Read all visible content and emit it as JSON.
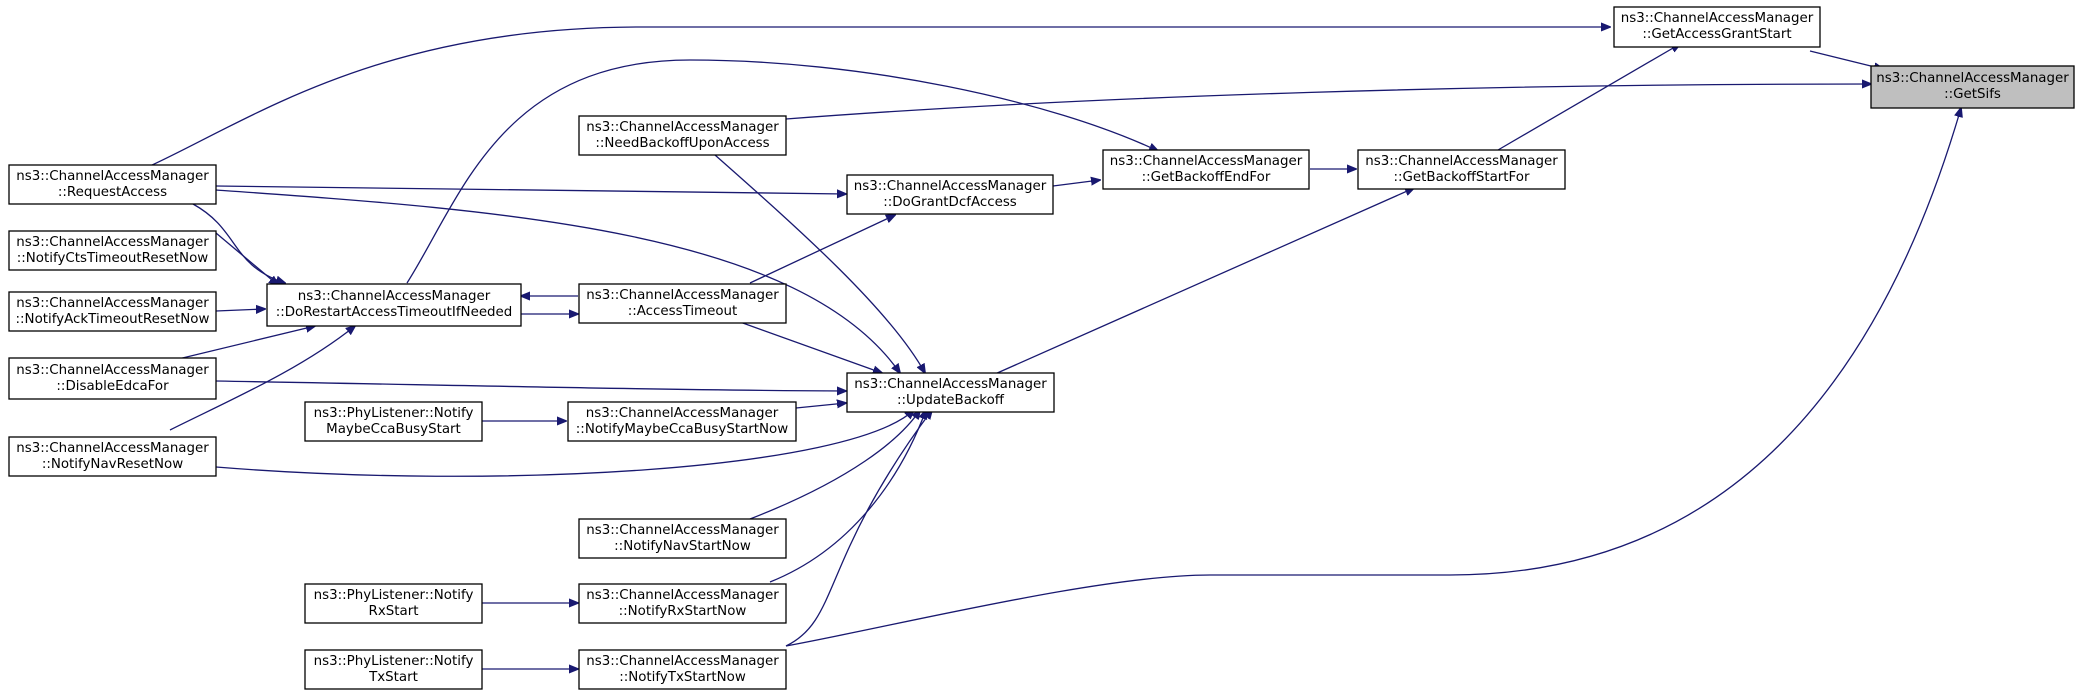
{
  "nodes": {
    "getSifs": {
      "line1": "ns3::ChannelAccessManager",
      "line2": "::GetSifs"
    },
    "getAccessGrant": {
      "line1": "ns3::ChannelAccessManager",
      "line2": "::GetAccessGrantStart"
    },
    "getBackoffStart": {
      "line1": "ns3::ChannelAccessManager",
      "line2": "::GetBackoffStartFor"
    },
    "getBackoffEnd": {
      "line1": "ns3::ChannelAccessManager",
      "line2": "::GetBackoffEndFor"
    },
    "needBackoff": {
      "line1": "ns3::ChannelAccessManager",
      "line2": "::NeedBackoffUponAccess"
    },
    "doGrant": {
      "line1": "ns3::ChannelAccessManager",
      "line2": "::DoGrantDcfAccess"
    },
    "requestAccess": {
      "line1": "ns3::ChannelAccessManager",
      "line2": "::RequestAccess"
    },
    "notifyCtsTimeout": {
      "line1": "ns3::ChannelAccessManager",
      "line2": "::NotifyCtsTimeoutResetNow"
    },
    "notifyAckTimeout": {
      "line1": "ns3::ChannelAccessManager",
      "line2": "::NotifyAckTimeoutResetNow"
    },
    "doRestart": {
      "line1": "ns3::ChannelAccessManager",
      "line2": "::DoRestartAccessTimeoutIfNeeded"
    },
    "accessTimeout": {
      "line1": "ns3::ChannelAccessManager",
      "line2": "::AccessTimeout"
    },
    "disableEdca": {
      "line1": "ns3::ChannelAccessManager",
      "line2": "::DisableEdcaFor"
    },
    "updateBackoff": {
      "line1": "ns3::ChannelAccessManager",
      "line2": "::UpdateBackoff"
    },
    "phyMaybeCca": {
      "line1": "ns3::PhyListener::Notify",
      "line2": "MaybeCcaBusyStart"
    },
    "notifyMaybeCca": {
      "line1": "ns3::ChannelAccessManager",
      "line2": "::NotifyMaybeCcaBusyStartNow"
    },
    "notifyNavReset": {
      "line1": "ns3::ChannelAccessManager",
      "line2": "::NotifyNavResetNow"
    },
    "notifyNavStart": {
      "line1": "ns3::ChannelAccessManager",
      "line2": "::NotifyNavStartNow"
    },
    "phyRxStart": {
      "line1": "ns3::PhyListener::Notify",
      "line2": "RxStart"
    },
    "notifyRxStart": {
      "line1": "ns3::ChannelAccessManager",
      "line2": "::NotifyRxStartNow"
    },
    "phyTxStart": {
      "line1": "ns3::PhyListener::Notify",
      "line2": "TxStart"
    },
    "notifyTxStart": {
      "line1": "ns3::ChannelAccessManager",
      "line2": "::NotifyTxStartNow"
    }
  },
  "colors": {
    "edge": "#191970",
    "target_fill": "#bfbfbf",
    "node_fill": "#ffffff",
    "node_border": "#000000"
  }
}
